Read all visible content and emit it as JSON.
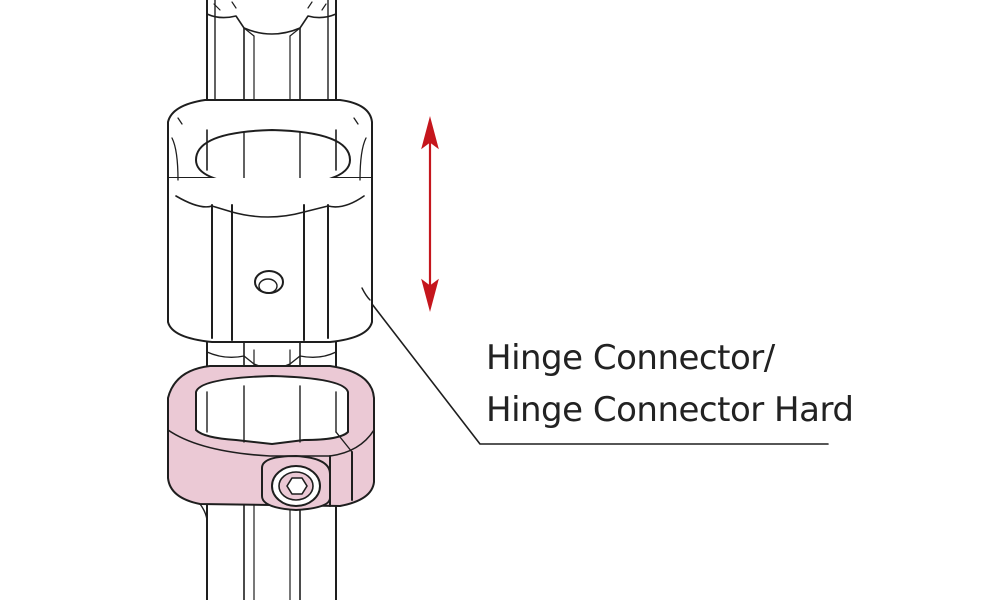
{
  "label": {
    "line1": "Hinge Connector/",
    "line2": "Hinge Connector Hard"
  },
  "colors": {
    "outline": "#1e1e1e",
    "highlight_part": "#ebc9d5",
    "arrow": "#c5161d",
    "background": "#ffffff"
  },
  "motion_indicator": {
    "direction": "vertical-bidirectional"
  }
}
